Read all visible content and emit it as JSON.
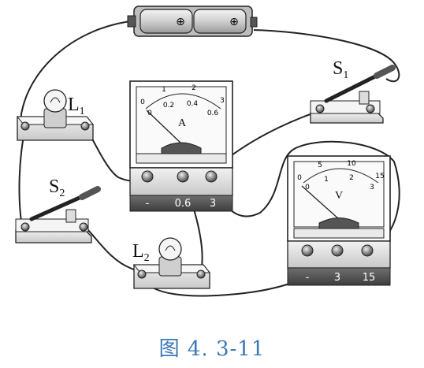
{
  "figure": {
    "caption": "图 4. 3-11",
    "battery": {
      "cell_symbol": "⊕"
    },
    "lamps": [
      {
        "label": "L",
        "sub": "1"
      },
      {
        "label": "L",
        "sub": "2"
      }
    ],
    "switches": [
      {
        "label": "S",
        "sub": "1"
      },
      {
        "label": "S",
        "sub": "2"
      }
    ],
    "ammeter": {
      "unit": "A",
      "scale_outer": [
        "0",
        "1",
        "2",
        "3"
      ],
      "scale_inner": [
        "0",
        "0.2",
        "0.4",
        "0.6"
      ],
      "terminals": [
        "-",
        "0.6",
        "3"
      ]
    },
    "voltmeter": {
      "unit": "V",
      "scale_outer": [
        "0",
        "5",
        "10",
        "15"
      ],
      "scale_inner": [
        "0",
        "1",
        "2",
        "3"
      ],
      "terminals": [
        "-",
        "3",
        "15"
      ]
    }
  }
}
